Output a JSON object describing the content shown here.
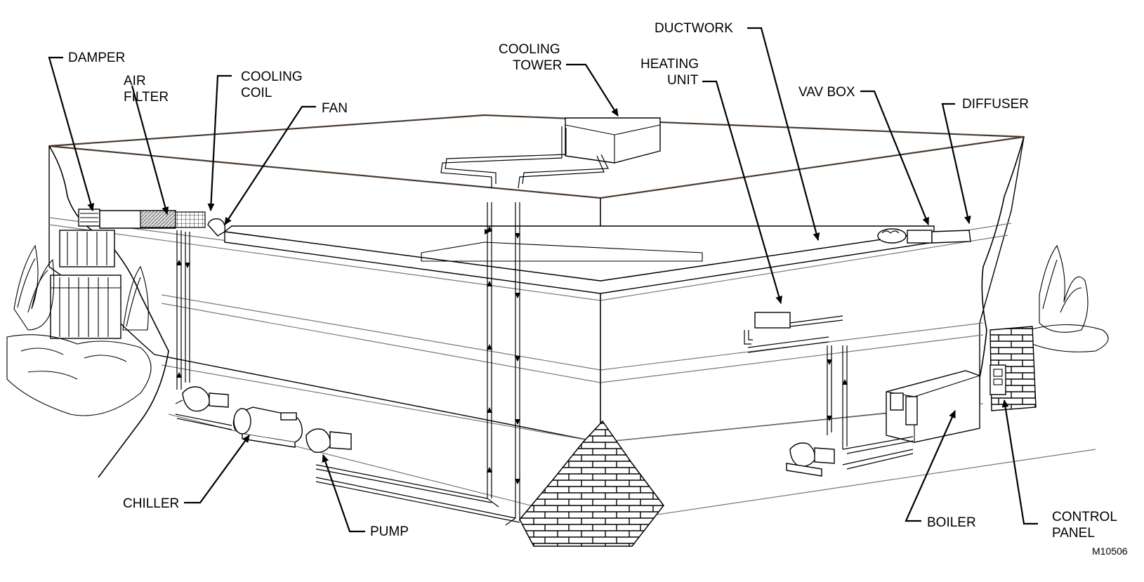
{
  "labels": {
    "damper": "DAMPER",
    "air_filter": [
      "AIR",
      "FILTER"
    ],
    "cooling_coil": [
      "COOLING",
      "COIL"
    ],
    "fan": "FAN",
    "cooling_tower": [
      "COOLING",
      "TOWER"
    ],
    "heating_unit": [
      "HEATING",
      "UNIT"
    ],
    "ductwork": "DUCTWORK",
    "vav_box": "VAV BOX",
    "diffuser": "DIFFUSER",
    "chiller": "CHILLER",
    "pump": "PUMP",
    "boiler": "BOILER",
    "control_panel": [
      "CONTROL",
      "PANEL"
    ]
  },
  "figure_code": "M10506"
}
